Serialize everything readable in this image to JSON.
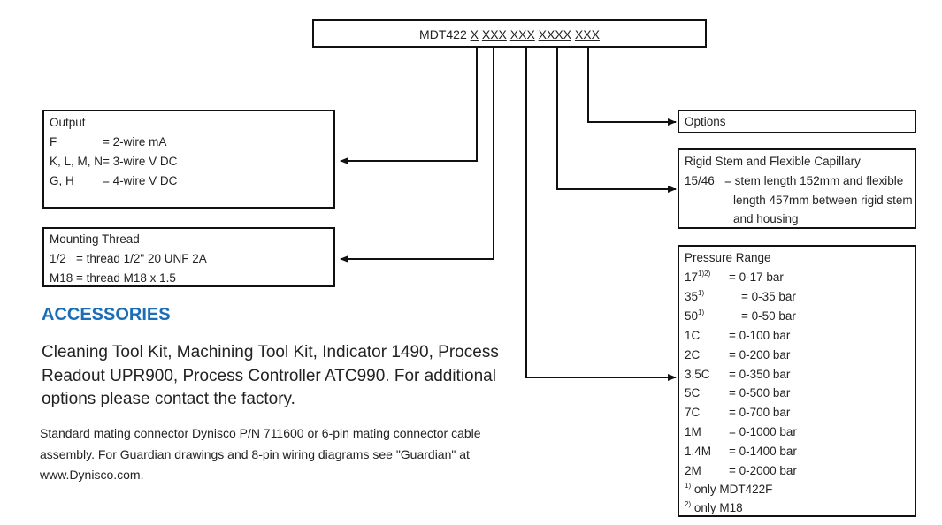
{
  "model": {
    "prefix": "MDT422",
    "codes": [
      "X",
      "XXX",
      "XXX",
      "XXXX",
      "XXX"
    ]
  },
  "output": {
    "title": "Output",
    "rows": [
      {
        "key": "F",
        "value": "= 2-wire mA"
      },
      {
        "key": "K, L, M, N",
        "value": "= 3-wire V DC"
      },
      {
        "key": "G, H",
        "value": "= 4-wire V DC"
      }
    ]
  },
  "mounting": {
    "title": "Mounting Thread",
    "rows": [
      {
        "key": "1/2",
        "value": "= thread 1/2\" 20 UNF 2A"
      },
      {
        "key": "M18",
        "value": "= thread M18 x 1.5"
      }
    ]
  },
  "options": {
    "title": "Options"
  },
  "rigid": {
    "title": "Rigid Stem and Flexible Capillary",
    "key": "15/46",
    "lines": [
      "= stem length 152mm and flexible",
      "length 457mm between rigid stem",
      "and housing"
    ]
  },
  "pressure": {
    "title": "Pressure Range",
    "rows": [
      {
        "key": "17",
        "sup": "1)2)",
        "value": "= 0-17 bar"
      },
      {
        "key": "35",
        "sup": "1)",
        "value": "= 0-35 bar"
      },
      {
        "key": "50",
        "sup": "1)",
        "value": "= 0-50 bar"
      },
      {
        "key": "1C",
        "sup": "",
        "value": "= 0-100 bar"
      },
      {
        "key": "2C",
        "sup": "",
        "value": "= 0-200 bar"
      },
      {
        "key": "3.5C",
        "sup": "",
        "value": "= 0-350 bar"
      },
      {
        "key": "5C",
        "sup": "",
        "value": "= 0-500 bar"
      },
      {
        "key": "7C",
        "sup": "",
        "value": "= 0-700 bar"
      },
      {
        "key": "1M",
        "sup": "",
        "value": "= 0-1000 bar"
      },
      {
        "key": "1.4M",
        "sup": "",
        "value": "= 0-1400 bar"
      },
      {
        "key": "2M",
        "sup": "",
        "value": "= 0-2000 bar"
      }
    ],
    "notes": [
      {
        "sup": "1)",
        "text": " only MDT422F"
      },
      {
        "sup": "2)",
        "text": " only M18"
      }
    ]
  },
  "accessories": {
    "heading": "ACCESSORIES",
    "body": "Cleaning Tool Kit, Machining Tool Kit, Indicator 1490, Process Readout UPR900, Process Controller ATC990. For additional options please contact the factory.",
    "note": "Standard mating connector Dynisco P/N 711600 or 6-pin mating connector cable assembly. For Guardian drawings and 8-pin wiring diagrams see \"Guardian\" at www.Dynisco.com."
  },
  "colors": {
    "accent": "#1a6eb5",
    "text": "#222222",
    "border": "#111111"
  }
}
